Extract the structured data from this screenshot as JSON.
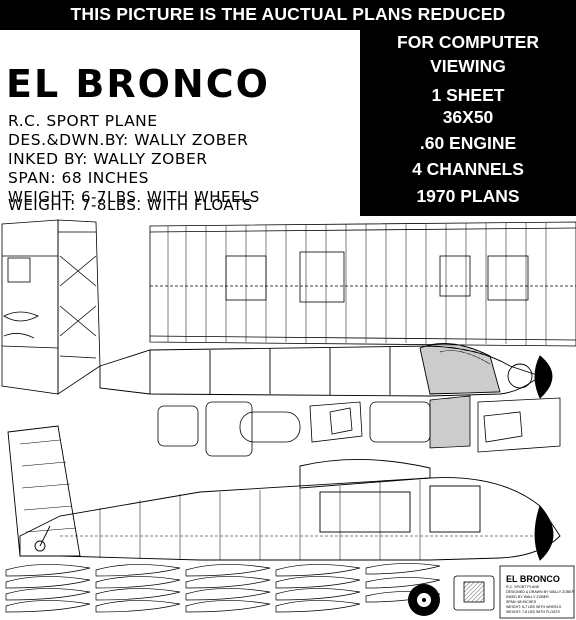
{
  "banner": {
    "notice": "THIS PICTURE IS THE AUCTUAL PLANS REDUCED"
  },
  "info_box": {
    "lines": [
      "FOR COMPUTER",
      "VIEWING",
      "1 SHEET",
      "36X50",
      ".60 ENGINE",
      "4 CHANNELS",
      "1970 PLANS"
    ]
  },
  "title_block": {
    "title": "EL BRONCO",
    "lines": [
      "R.C. SPORT PLANE",
      "DES.&DWN.BY: WALLY ZOBER",
      "INKED BY: WALLY ZOBER",
      "SPAN: 68 INCHES",
      "WEIGHT: 6-7LBS. WITH WHEELS",
      "WEIGHT: 7-8LBS. WITH FLOATS"
    ]
  },
  "plan_title_box": {
    "title": "EL BRONCO",
    "details": [
      "R.C. SPORT PLANE",
      "DESIGNED & DRAWN BY WALLY ZOBER",
      "INKED BY WALLY ZOBER",
      "SPAN: 68 INCHES",
      "WEIGHT: 6-7 LBS WITH WHEELS",
      "WEIGHT: 7-8 LBS WITH FLOATS"
    ]
  },
  "colors": {
    "background": "#ffffff",
    "ink": "#000000",
    "banner": "#000000",
    "banner_text": "#ffffff"
  }
}
